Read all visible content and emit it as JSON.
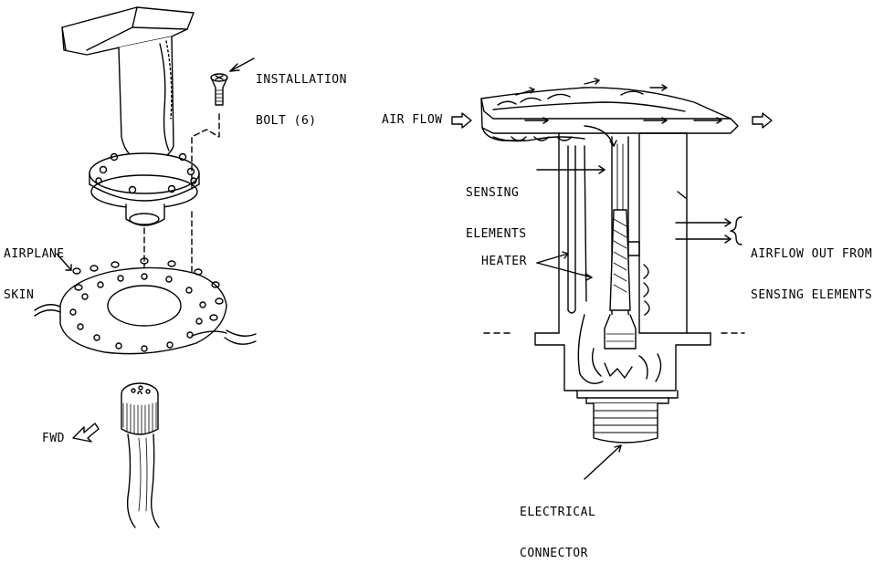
{
  "labels": {
    "installation_bolt": [
      "INSTALLATION",
      "BOLT (6)"
    ],
    "airplane_skin": [
      "AIRPLANE",
      "SKIN"
    ],
    "fwd": "FWD",
    "air_flow": "AIR FLOW",
    "sensing_elements": [
      "SENSING",
      "ELEMENTS"
    ],
    "heater": "HEATER",
    "airflow_out": [
      "AIRFLOW OUT FROM",
      "SENSING ELEMENTS"
    ],
    "electrical_connector": [
      "ELECTRICAL",
      "CONNECTOR"
    ]
  },
  "colors": {
    "ink": "#000000",
    "paper": "#ffffff"
  }
}
